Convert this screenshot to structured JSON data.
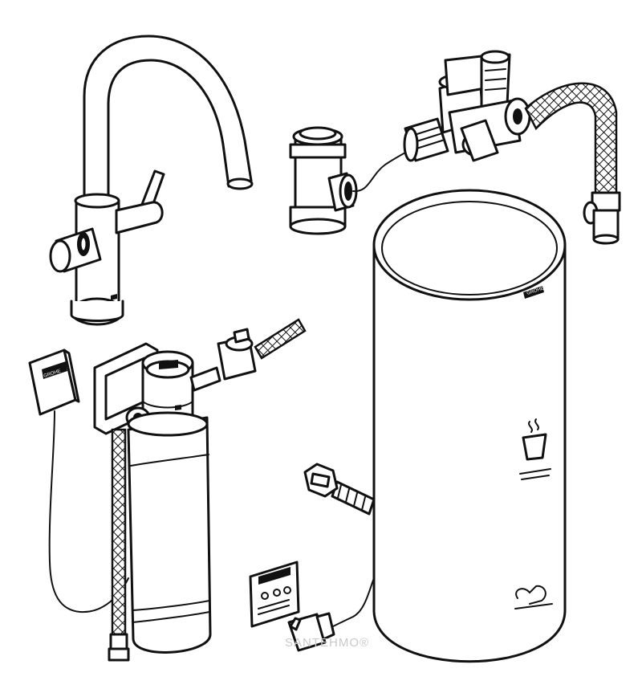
{
  "diagram": {
    "brand_marks": [
      "GROHE",
      "GROHE"
    ],
    "watermark": "SANTEHMO®",
    "colors": {
      "line": "#111111",
      "background": "#ffffff",
      "watermark": "#c9c9c9"
    },
    "components": [
      "mixer-tap-with-swivel-spout",
      "t-piece-connector",
      "safety-valve-group-with-braided-hose",
      "boiler-tank",
      "filter-head-with-bracket",
      "filter-cartridge",
      "wall-display-box",
      "power-plug",
      "inlet-hose-fitting",
      "instruction-sticker"
    ]
  }
}
